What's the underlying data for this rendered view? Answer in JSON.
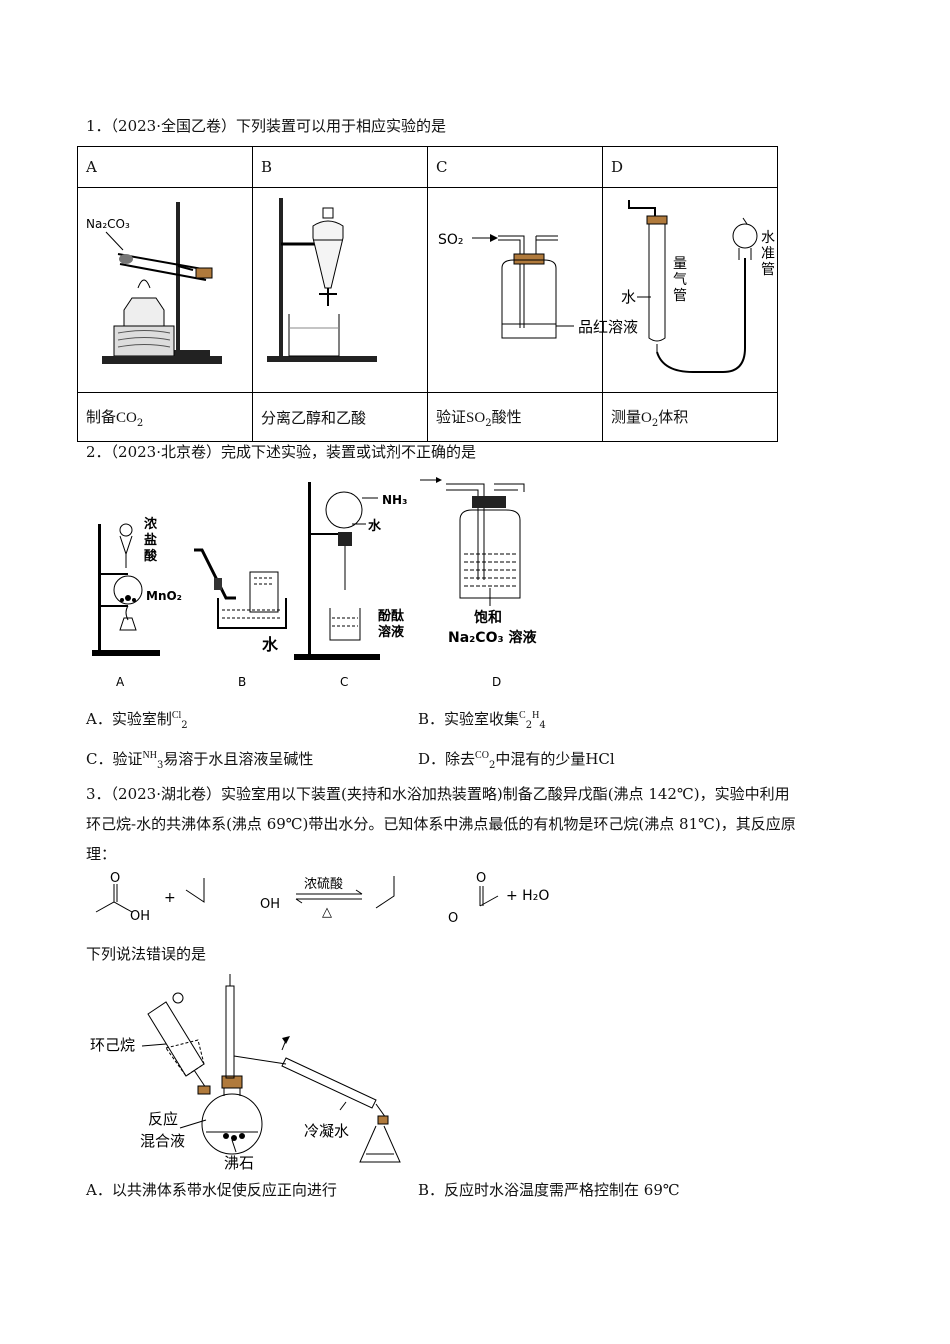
{
  "q1": {
    "stem": "1．（2023·全国乙卷）下列装置可以用于相应实验的是",
    "headers": [
      "A",
      "B",
      "C",
      "D"
    ],
    "captions": [
      {
        "prefix": "制备",
        "formula": "CO",
        "sub": "2",
        "suffix": ""
      },
      {
        "prefix": "分离乙醇和乙酸",
        "formula": "",
        "sub": "",
        "suffix": ""
      },
      {
        "prefix": "验证",
        "formula": "SO",
        "sub": "2",
        "suffix": "酸性"
      },
      {
        "prefix": "测量",
        "formula": "O",
        "sub": "2",
        "suffix": "体积"
      }
    ],
    "fig_labels": {
      "a_reagent": "Na₂CO₃",
      "c_gas": "SO₂",
      "c_solution": "品红溶液",
      "d_water": "水",
      "d_tube1": [
        "量",
        "气",
        "管"
      ],
      "d_tube2": [
        "水",
        "准",
        "管"
      ]
    }
  },
  "q2": {
    "stem": "2．（2023·北京卷）完成下述实验，装置或试剂不正确的是",
    "fig_labels": {
      "conc_hcl": [
        "浓",
        "盐",
        "酸"
      ],
      "mno2": "MnO₂",
      "water_b": "水",
      "nh3": "NH₃",
      "water_c": "水",
      "phenol": [
        "酚酞",
        "溶液"
      ],
      "saturated": "饱和",
      "na2co3": "Na₂CO₃ 溶液",
      "letters": [
        "A",
        "B",
        "C",
        "D"
      ]
    },
    "options": {
      "a": {
        "label": "A．实验室制",
        "formula": "Cl",
        "sub": "2",
        "suffix": ""
      },
      "b": {
        "label": "B．实验室收集",
        "formula": "C",
        "sub": "2",
        "formula2": "H",
        "sub2": "4"
      },
      "c": {
        "label": "C．验证",
        "formula": "NH",
        "sub": "3",
        "suffix": "易溶于水且溶液呈碱性"
      },
      "d": {
        "label": "D．除去",
        "formula": "CO",
        "sub": "2",
        "suffix": "中混有的少量HCl"
      }
    }
  },
  "q3": {
    "stem_line1": "3．（2023·湖北卷）实验室用以下装置(夹持和水浴加热装置略)制备乙酸异戊酯(沸点 142℃)，实验中利用",
    "stem_line2": "环己烷-水的共沸体系(沸点 69℃)带出水分。已知体系中沸点最低的有机物是环己烷(沸点 81℃)，其反应原",
    "stem_line3": "理：",
    "reaction": {
      "reactant1_o": "O",
      "reactant1_oh": "OH",
      "plus": "+",
      "reactant2_oh": "OH",
      "catalyst": "浓硫酸",
      "condition": "△",
      "product_o": "O",
      "product_o2": "O",
      "byproduct": "+ H₂O"
    },
    "prompt": "下列说法错误的是",
    "fig_labels": {
      "cyclohexane": "环己烷",
      "mixture": [
        "反应",
        "混合液"
      ],
      "boiling_chips": "沸石",
      "cooling_water": "冷凝水"
    },
    "options": {
      "a": "A．以共沸体系带水促使反应正向进行",
      "b": "B．反应时水浴温度需严格控制在 69℃"
    }
  }
}
